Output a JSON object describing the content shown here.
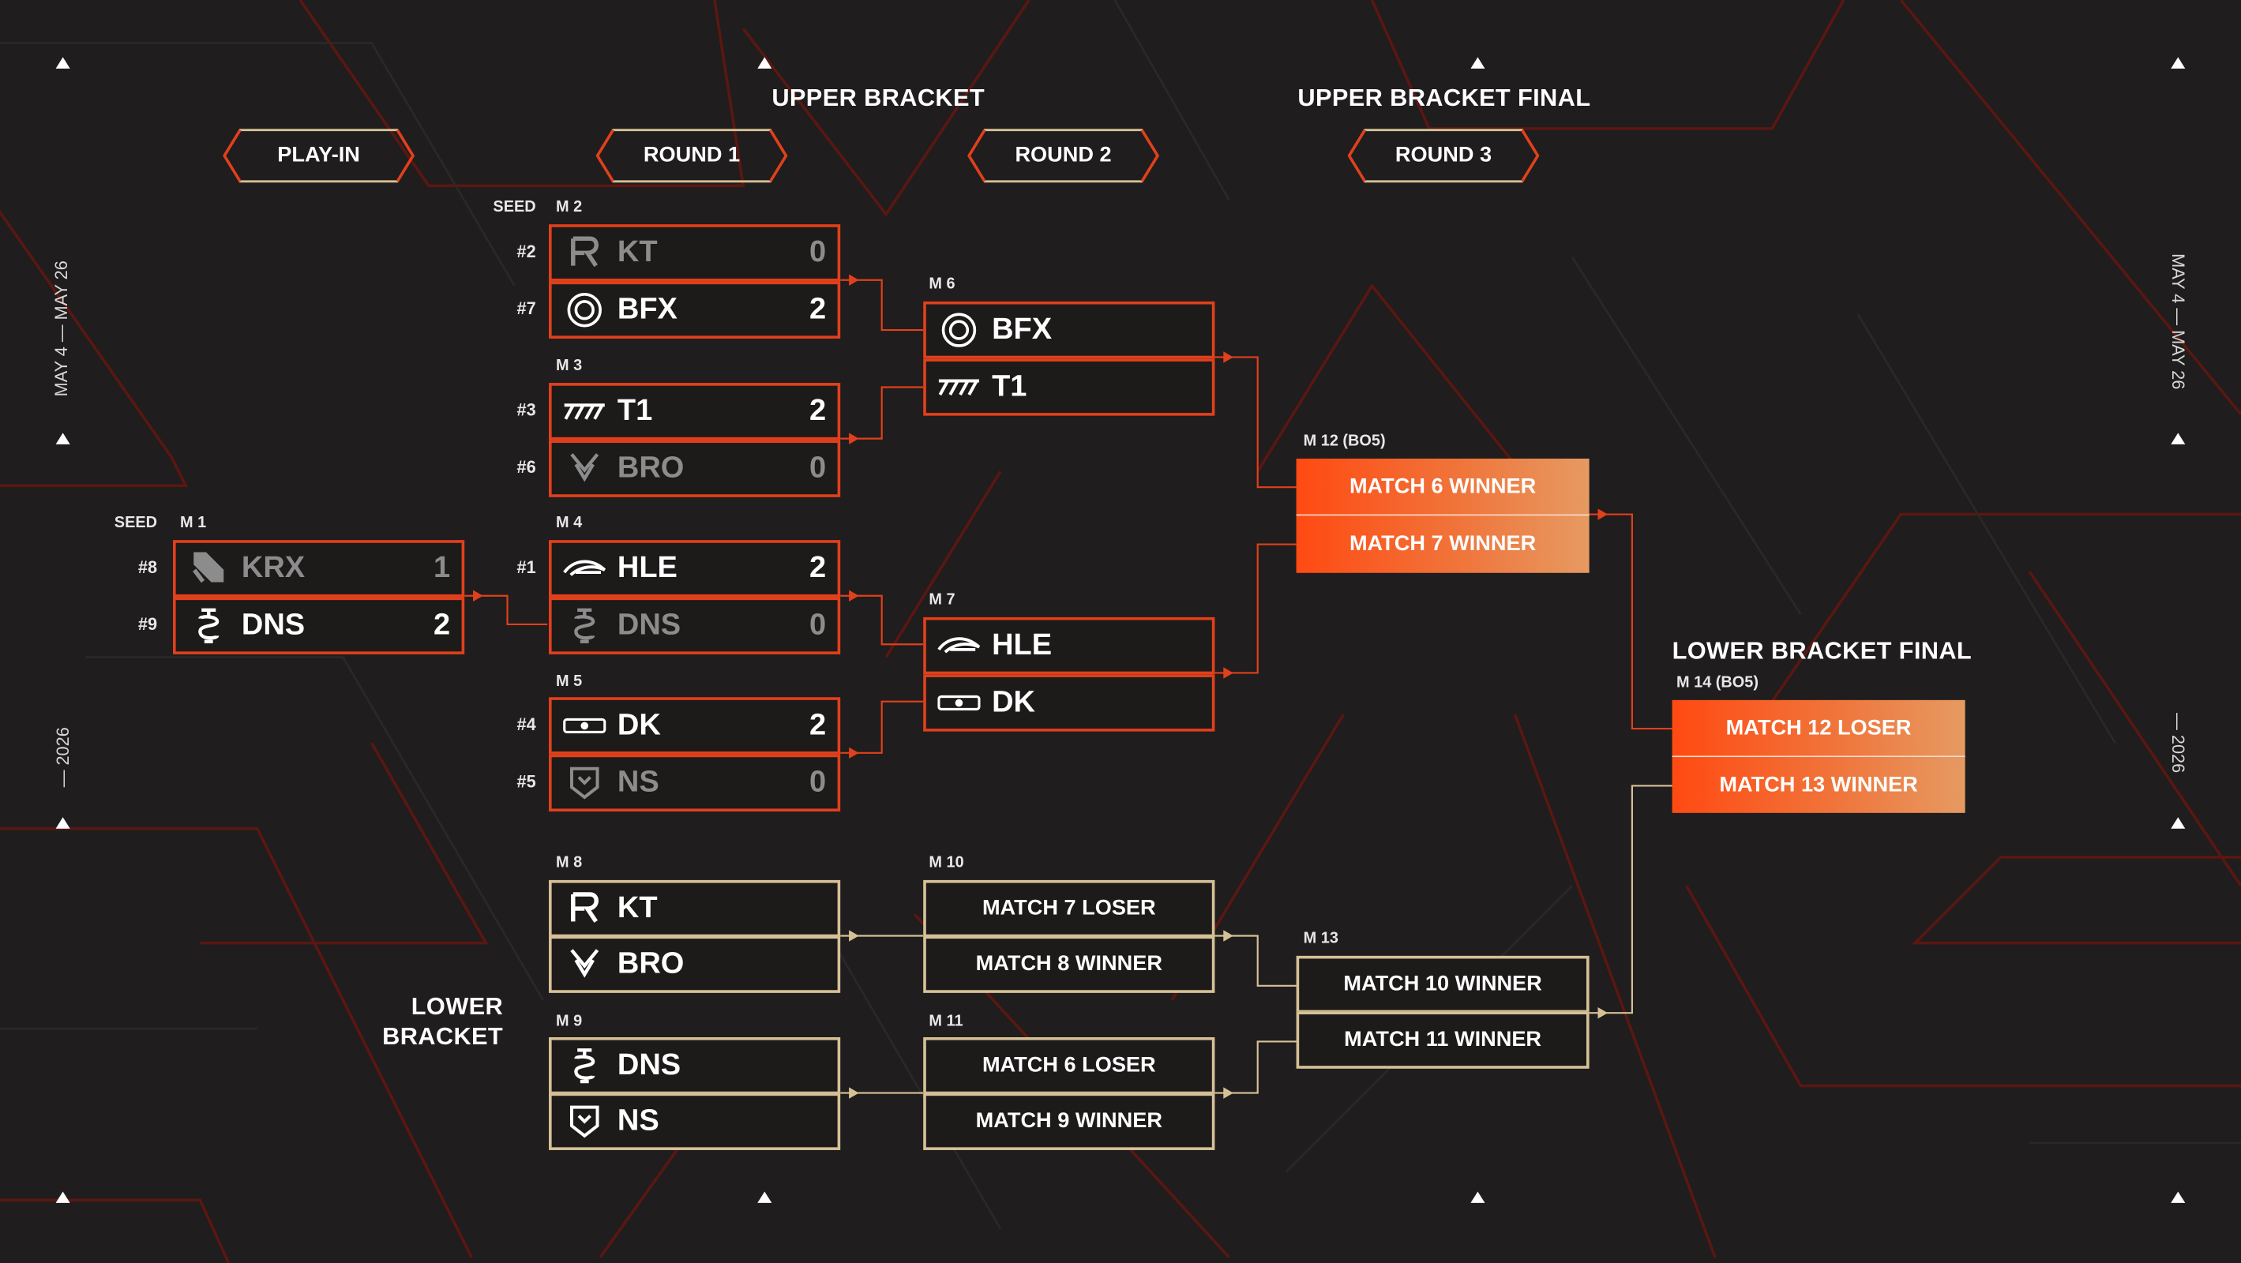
{
  "headers": {
    "upper_bracket": "UPPER BRACKET",
    "upper_bracket_final": "UPPER BRACKET FINAL",
    "lower_bracket_final": "LOWER BRACKET FINAL",
    "lower_bracket_line1": "LOWER",
    "lower_bracket_line2": "BRACKET"
  },
  "rounds": {
    "play_in": "PLAY-IN",
    "round1": "ROUND 1",
    "round2": "ROUND 2",
    "round3": "ROUND 3"
  },
  "side_dates": {
    "left_top": "MAY 4 — MAY 26",
    "left_bottom": "— 2026",
    "right_top": "MAY 4 — MAY 26",
    "right_bottom": "— 2026"
  },
  "seed_label": "SEED",
  "matches": {
    "m1": {
      "label": "M 1",
      "teams": [
        {
          "seed": "#8",
          "name": "KRX",
          "score": "1",
          "logo": "krx-logo-icon"
        },
        {
          "seed": "#9",
          "name": "DNS",
          "score": "2",
          "logo": "dns-logo-icon"
        }
      ]
    },
    "m2": {
      "label": "M 2",
      "teams": [
        {
          "seed": "#2",
          "name": "KT",
          "score": "0",
          "logo": "kt-logo-icon"
        },
        {
          "seed": "#7",
          "name": "BFX",
          "score": "2",
          "logo": "bfx-logo-icon"
        }
      ]
    },
    "m3": {
      "label": "M 3",
      "teams": [
        {
          "seed": "#3",
          "name": "T1",
          "score": "2",
          "logo": "t1-logo-icon"
        },
        {
          "seed": "#6",
          "name": "BRO",
          "score": "0",
          "logo": "bro-logo-icon"
        }
      ]
    },
    "m4": {
      "label": "M 4",
      "teams": [
        {
          "seed": "#1",
          "name": "HLE",
          "score": "2",
          "logo": "hle-logo-icon"
        },
        {
          "seed": "",
          "name": "DNS",
          "score": "0",
          "logo": "dns-logo-icon"
        }
      ]
    },
    "m5": {
      "label": "M 5",
      "teams": [
        {
          "seed": "#4",
          "name": "DK",
          "score": "2",
          "logo": "dk-logo-icon"
        },
        {
          "seed": "#5",
          "name": "NS",
          "score": "0",
          "logo": "ns-logo-icon"
        }
      ]
    },
    "m6": {
      "label": "M 6",
      "teams": [
        {
          "name": "BFX"
        },
        {
          "name": "T1"
        }
      ]
    },
    "m7": {
      "label": "M 7",
      "teams": [
        {
          "name": "HLE"
        },
        {
          "name": "DK"
        }
      ]
    },
    "m8": {
      "label": "M 8",
      "teams": [
        {
          "name": "KT"
        },
        {
          "name": "BRO"
        }
      ]
    },
    "m9": {
      "label": "M 9",
      "teams": [
        {
          "name": "DNS"
        },
        {
          "name": "NS"
        }
      ]
    },
    "m10": {
      "label": "M 10",
      "slots": [
        "MATCH 7 LOSER",
        "MATCH 8 WINNER"
      ]
    },
    "m11": {
      "label": "M 11",
      "slots": [
        "MATCH 6 LOSER",
        "MATCH 9 WINNER"
      ]
    },
    "m12": {
      "label": "M 12 (BO5)",
      "slots": [
        "MATCH 6 WINNER",
        "MATCH 7 WINNER"
      ]
    },
    "m13": {
      "label": "M 13",
      "slots": [
        "MATCH 10 WINNER",
        "MATCH 11 WINNER"
      ]
    },
    "m14": {
      "label": "M 14 (BO5)",
      "slots": [
        "MATCH 12 LOSER",
        "MATCH 13 WINNER"
      ]
    }
  },
  "colors": {
    "background": "#1f1d1d",
    "upper_border": "#e0401c",
    "lower_border": "#d6c197",
    "accent_gradient_start": "#ff4a12",
    "accent_gradient_end": "#e69a62"
  }
}
